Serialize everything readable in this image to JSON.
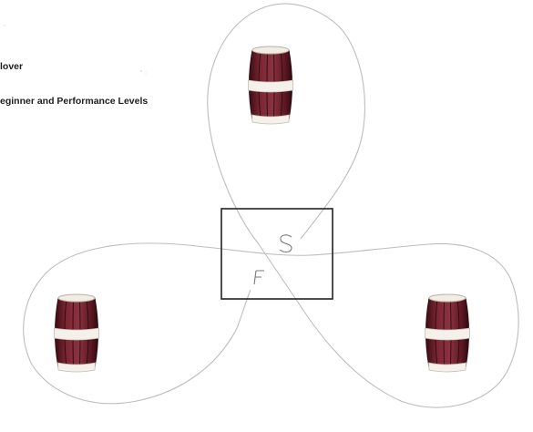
{
  "heading": {
    "line1": "lover",
    "line2": "eginner and Performance Levels"
  },
  "labels": {
    "start": "S",
    "finish": "F"
  },
  "colors": {
    "barrel_body": "#6b1f2a",
    "barrel_stave_dark": "#3c0c14",
    "barrel_band": "#f4f0ea",
    "barrel_band_edge": "#c9c2b8",
    "path_line": "#b9b9b9",
    "box_stroke": "#222222",
    "handwriting": "#7a7a7a"
  },
  "icons": [
    "barrel-icon",
    "barrel-icon",
    "barrel-icon"
  ]
}
